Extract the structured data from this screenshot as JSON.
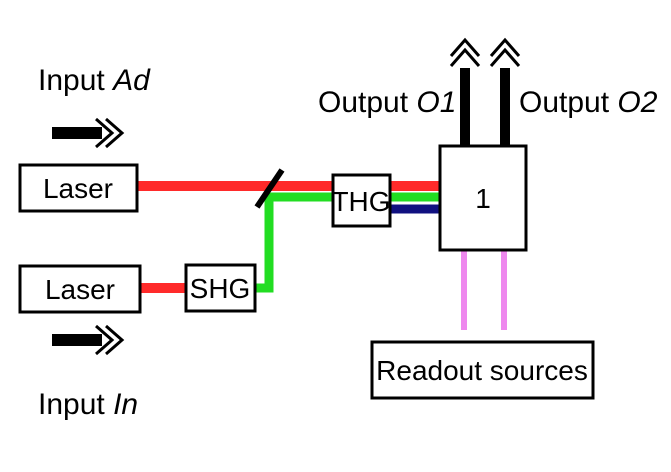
{
  "inputs": {
    "ad": {
      "prefix": "Input",
      "name": "Ad"
    },
    "in": {
      "prefix": "Input",
      "name": "In"
    }
  },
  "outputs": {
    "o1": {
      "prefix": "Output",
      "name": "O1"
    },
    "o2": {
      "prefix": "Output",
      "name": "O2"
    }
  },
  "boxes": {
    "laser_top": "Laser",
    "laser_bottom": "Laser",
    "shg": "SHG",
    "thg": "THG",
    "gate": "1",
    "readout": "Readout sources"
  },
  "colors": {
    "red_beam": "#ff2a2a",
    "green_beam": "#22dd22",
    "blue_beam": "#101080",
    "readout_beam": "#ee88ee",
    "stroke": "#000000"
  }
}
